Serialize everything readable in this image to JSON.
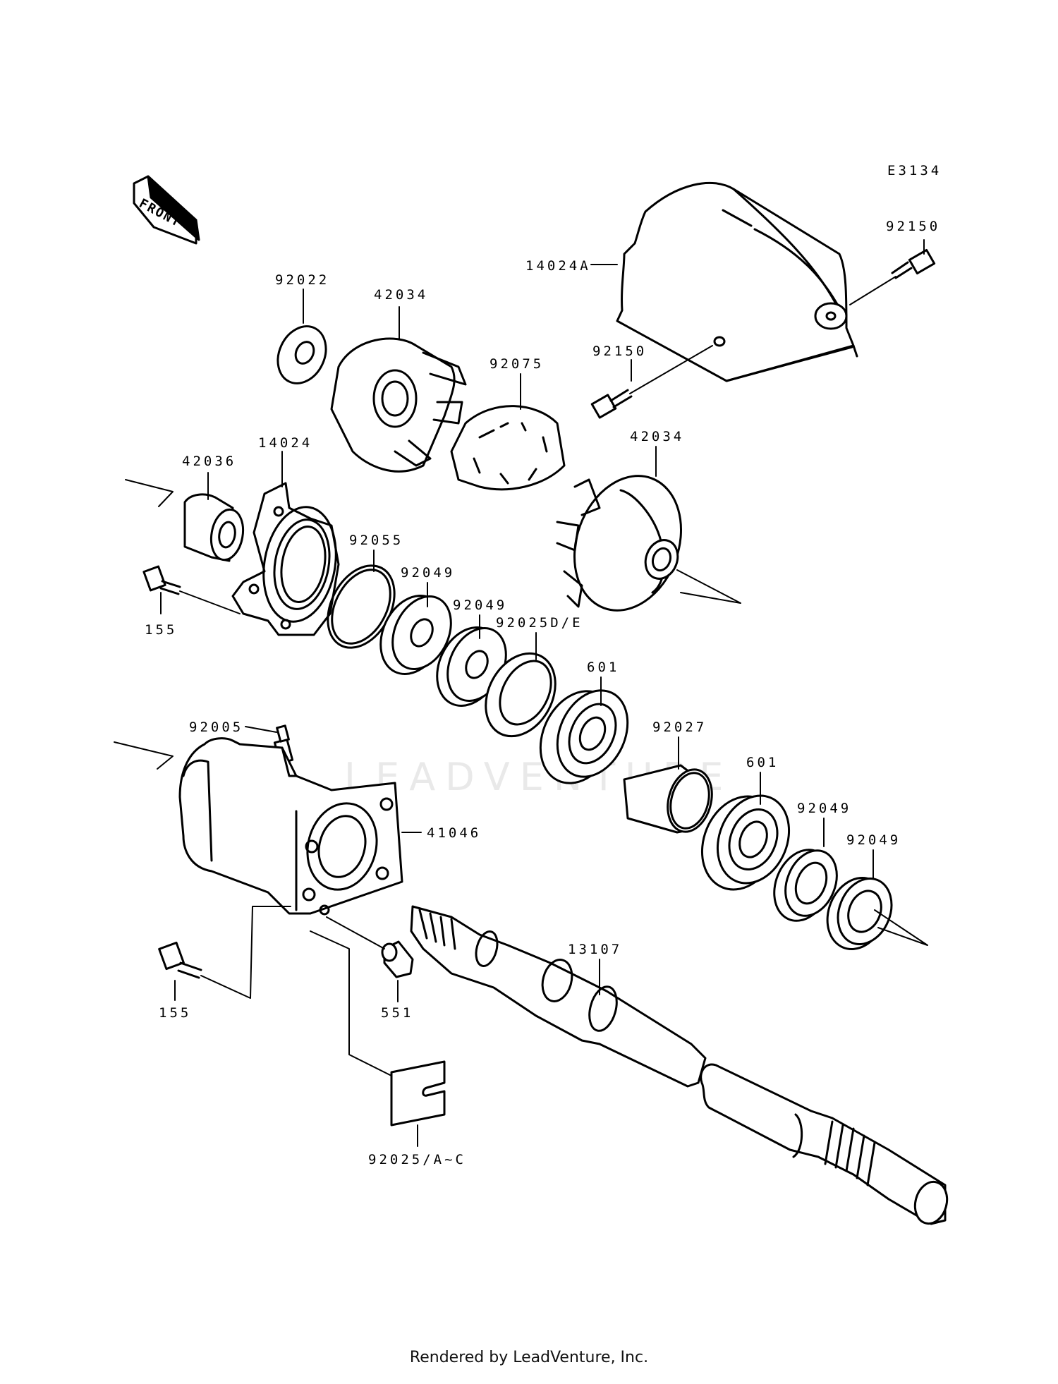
{
  "diagram_code": "E3134",
  "front_label": "FRONT",
  "watermark": "LEADVENTURE",
  "footer": "Rendered by LeadVenture, Inc.",
  "parts": {
    "p14024A": "14024A",
    "p92150a": "92150",
    "p92150b": "92150",
    "p92022": "92022",
    "p42034a": "42034",
    "p92075": "92075",
    "p42034b": "42034",
    "p42036": "42036",
    "p14024": "14024",
    "p92055": "92055",
    "p92049a": "92049",
    "p92049b": "92049",
    "p92025DE": "92025D/E",
    "p601a": "601",
    "p155a": "155",
    "p92005": "92005",
    "p92027": "92027",
    "p601b": "601",
    "p92049c": "92049",
    "p92049d": "92049",
    "p41046": "41046",
    "p13107": "13107",
    "p155b": "155",
    "p551": "551",
    "p92025AC": "92025/A~C"
  }
}
